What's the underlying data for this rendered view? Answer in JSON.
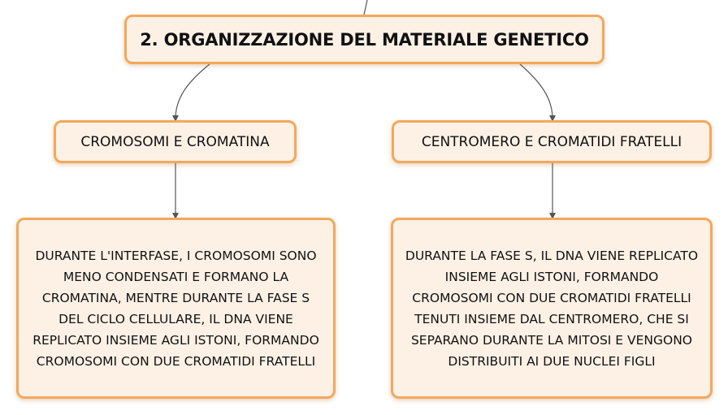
{
  "colors": {
    "node_fill": "#fdf1e6",
    "node_border": "#f3a85a",
    "connector": "#555555",
    "text": "#111111"
  },
  "main_topic": {
    "label": "2. ORGANIZZAZIONE DEL MATERIALE GENETICO"
  },
  "branches": [
    {
      "label": "CROMOSOMI E CROMATINA",
      "detail": "DURANTE L'INTERFASE, I CROMOSOMI SONO\nMENO CONDENSATI E FORMANO LA\nCROMATINA, MENTRE DURANTE LA FASE S\nDEL CICLO CELLULARE, IL DNA VIENE\nREPLICATO INSIEME AGLI ISTONI, FORMANDO\nCROMOSOMI CON DUE CROMATIDI FRATELLI"
    },
    {
      "label": "CENTROMERO E CROMATIDI FRATELLI",
      "detail": "DURANTE LA FASE S, IL DNA VIENE REPLICATO\nINSIEME AGLI ISTONI, FORMANDO\nCROMOSOMI CON DUE CROMATIDI FRATELLI\nTENUTI INSIEME DAL CENTROMERO, CHE SI\nSEPARANO DURANTE LA MITOSI E VENGONO\nDISTRIBUITI AI DUE NUCLEI FIGLI"
    }
  ]
}
